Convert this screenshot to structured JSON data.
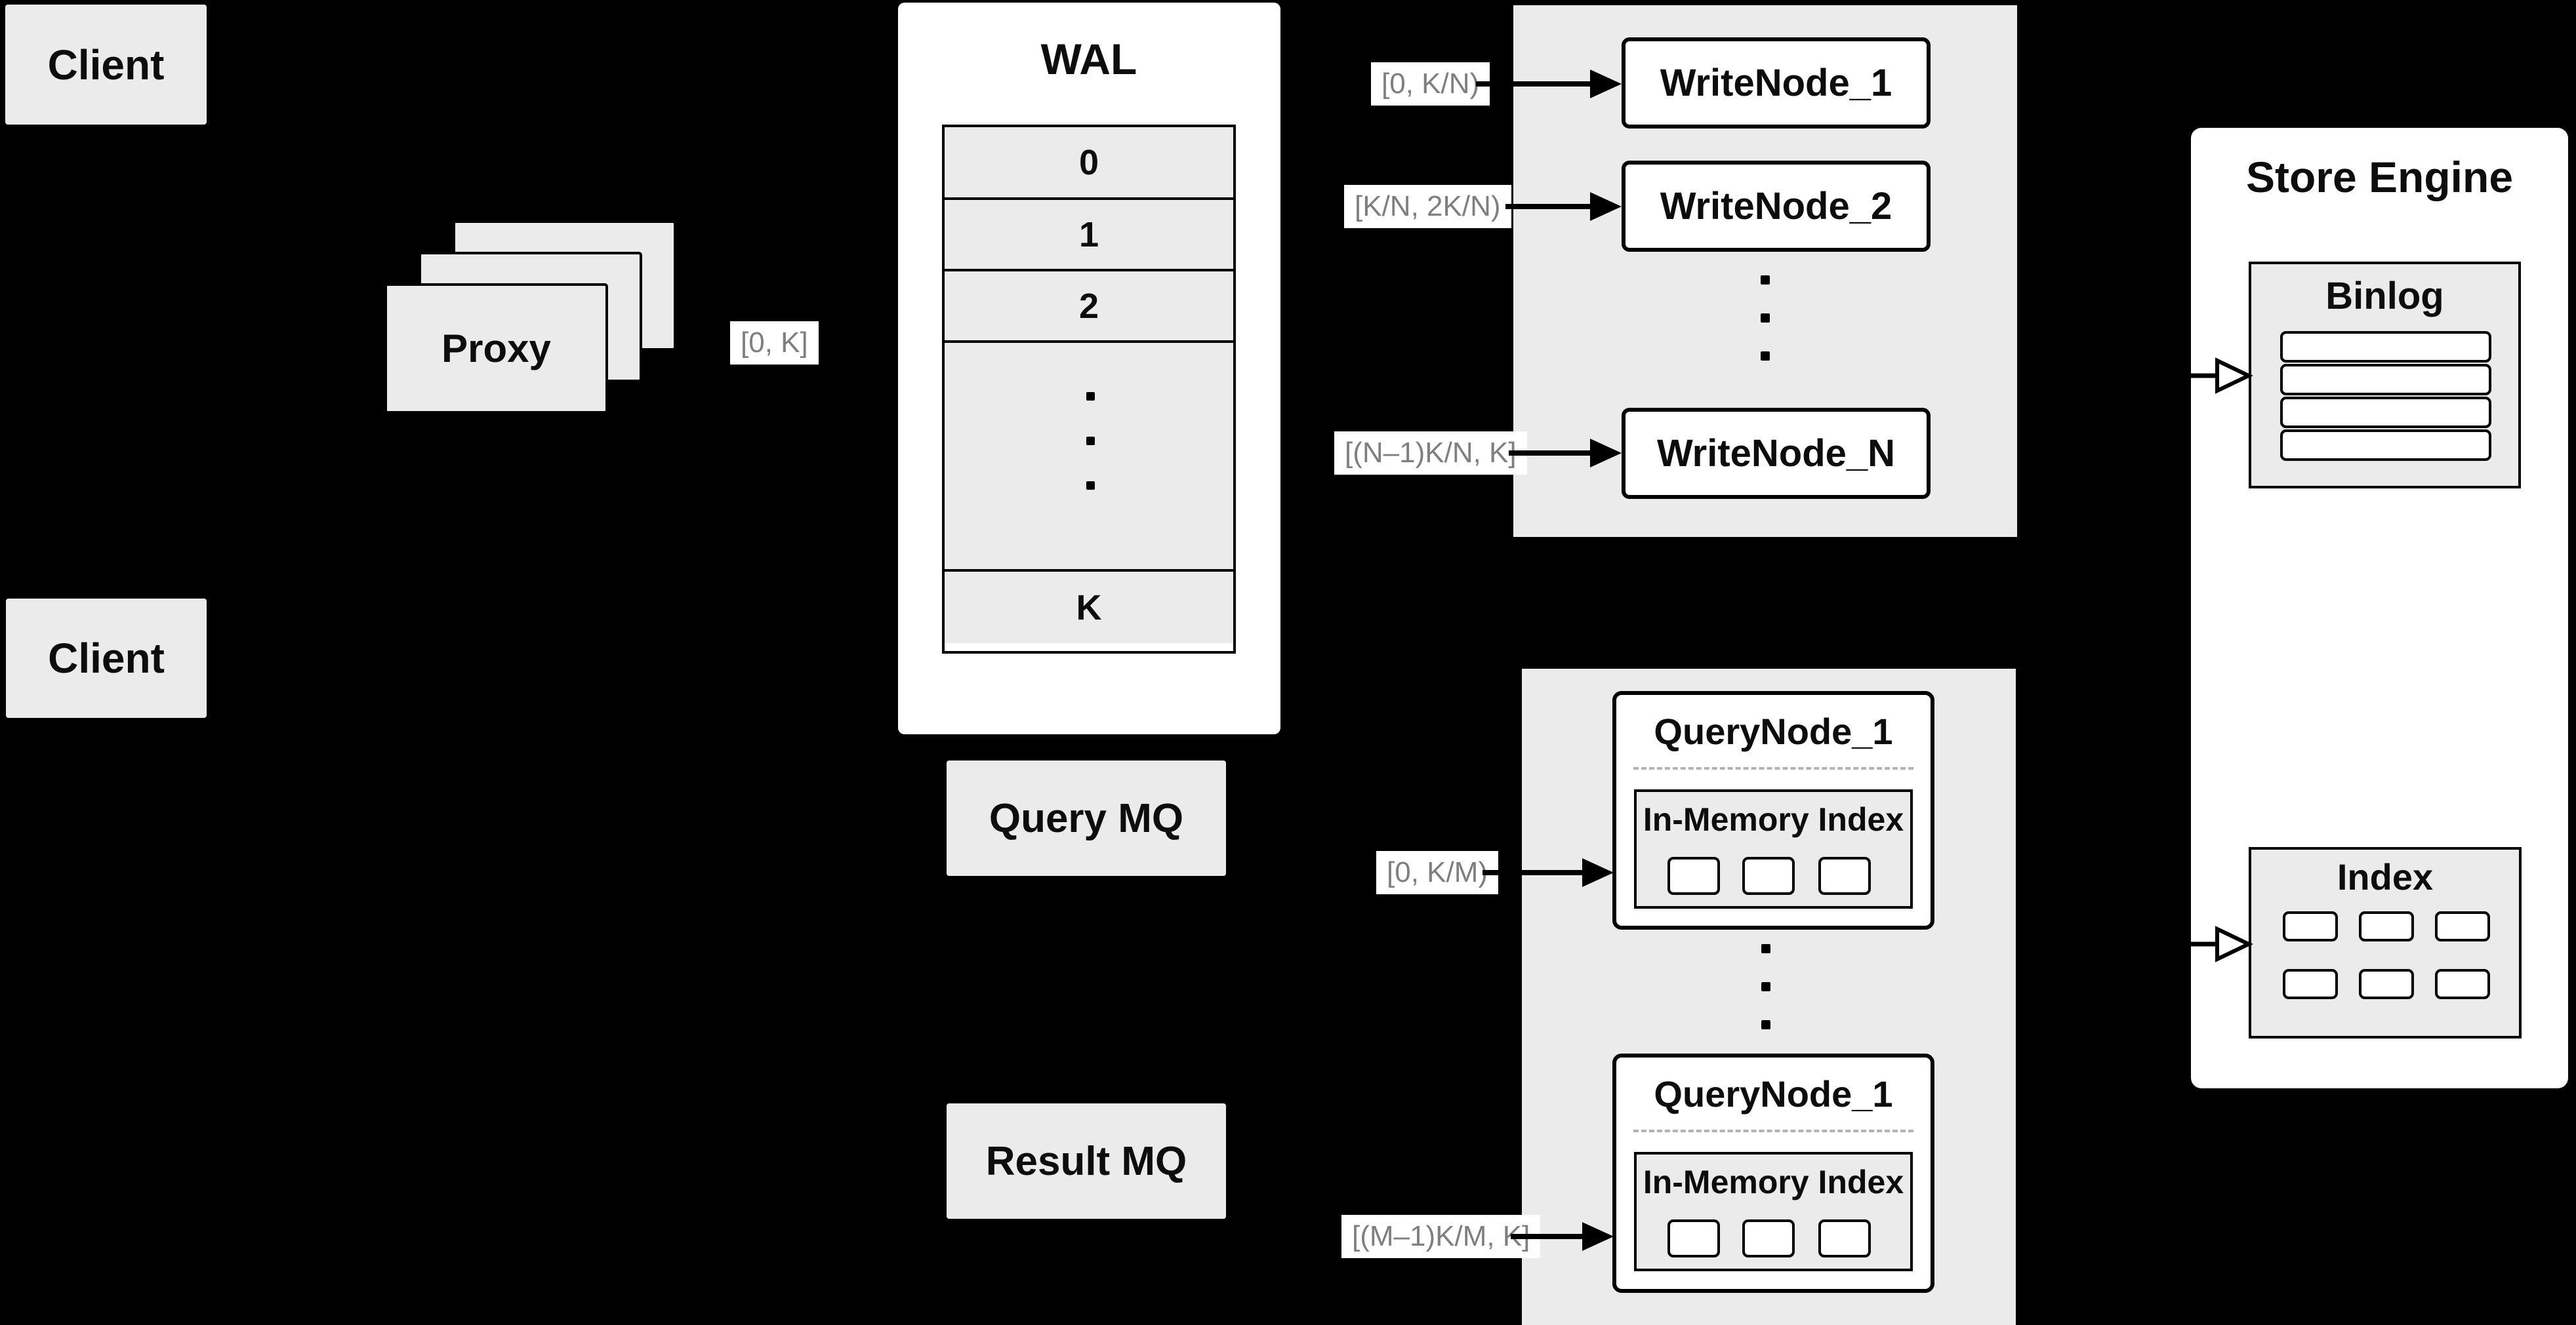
{
  "colors": {
    "background": "#000000",
    "panel_gray": "#ebebeb",
    "box_white": "#ffffff",
    "border_black": "#000000",
    "range_label_text": "#7f7f7f",
    "dashed_divider": "#b3b3b3"
  },
  "clients": {
    "top_label": "Client",
    "bottom_label": "Client"
  },
  "proxy": {
    "label": "Proxy",
    "range_out": "[0, K]"
  },
  "wal": {
    "title": "WAL",
    "rows": [
      "0",
      "1",
      "2",
      "K"
    ]
  },
  "write_panel": {
    "nodes": [
      "WriteNode_1",
      "WriteNode_2",
      "WriteNode_N"
    ],
    "ranges": [
      "[0, K/N)",
      "[K/N, 2K/N)",
      "[(N–1)K/N, K]"
    ]
  },
  "mq": {
    "query_label": "Query MQ",
    "result_label": "Result MQ"
  },
  "query_panel": {
    "ranges": [
      "[0, K/M)",
      "[(M–1)K/M, K]"
    ],
    "nodes": [
      {
        "title": "QueryNode_1",
        "index_title": "In-Memory Index"
      },
      {
        "title": "QueryNode_1",
        "index_title": "In-Memory Index"
      }
    ]
  },
  "store_engine": {
    "title": "Store Engine",
    "binlog_title": "Binlog",
    "index_title": "Index"
  }
}
